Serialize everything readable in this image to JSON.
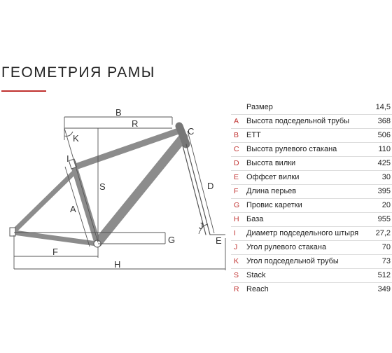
{
  "title": "ГЕОМЕТРИЯ РАМЫ",
  "colors": {
    "accent": "#c0312f",
    "frame": "#8c8c8c",
    "dimension_line": "#555555"
  },
  "diagram_labels": {
    "B": "B",
    "R": "R",
    "K": "K",
    "C": "C",
    "I": "I",
    "S": "S",
    "A": "A",
    "D": "D",
    "J": "J",
    "G": "G",
    "F": "F",
    "E": "E",
    "H": "H"
  },
  "table": {
    "header": {
      "label": "Размер",
      "value": "14,5"
    },
    "rows": [
      {
        "letter": "A",
        "label": "Высота подседельной трубы",
        "value": "368"
      },
      {
        "letter": "B",
        "label": "ETT",
        "value": "506"
      },
      {
        "letter": "C",
        "label": "Высота рулевого стакана",
        "value": "110"
      },
      {
        "letter": "D",
        "label": "Высота вилки",
        "value": "425"
      },
      {
        "letter": "E",
        "label": "Оффсет вилки",
        "value": "30"
      },
      {
        "letter": "F",
        "label": "Длина перьев",
        "value": "395"
      },
      {
        "letter": "G",
        "label": "Провис каретки",
        "value": "20"
      },
      {
        "letter": "H",
        "label": "База",
        "value": "955"
      },
      {
        "letter": "I",
        "label": "Диаметр подседельного штыря",
        "value": "27,2"
      },
      {
        "letter": "J",
        "label": "Угол рулевого стакана",
        "value": "70"
      },
      {
        "letter": "K",
        "label": "Угол подседельной трубы",
        "value": "73"
      },
      {
        "letter": "S",
        "label": "Stack",
        "value": "512"
      },
      {
        "letter": "R",
        "label": "Reach",
        "value": "349"
      }
    ]
  }
}
